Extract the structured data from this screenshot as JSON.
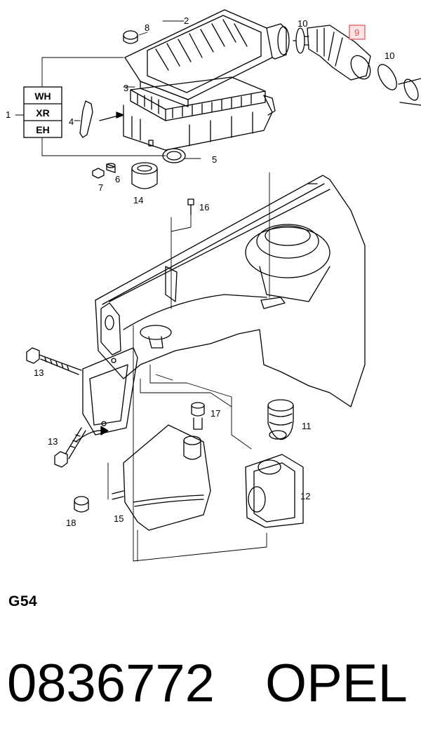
{
  "diagram": {
    "callouts": {
      "c1": "1",
      "c2": "2",
      "c3": "3",
      "c4": "4",
      "c5": "5",
      "c6": "6",
      "c7": "7",
      "c8": "8",
      "c9": "9",
      "c10a": "10",
      "c10b": "10",
      "c11": "11",
      "c12": "12",
      "c13a": "13",
      "c13b": "13",
      "c14": "14",
      "c15": "15",
      "c16": "16",
      "c17": "17",
      "c18": "18"
    },
    "variant_box": {
      "row1": "WH",
      "row2": "XR",
      "row3": "EH"
    },
    "highlighted_callout": "9",
    "highlight_color": "#d9534f"
  },
  "group_code": "G54",
  "part_number": "0836772",
  "brand": "OPEL"
}
